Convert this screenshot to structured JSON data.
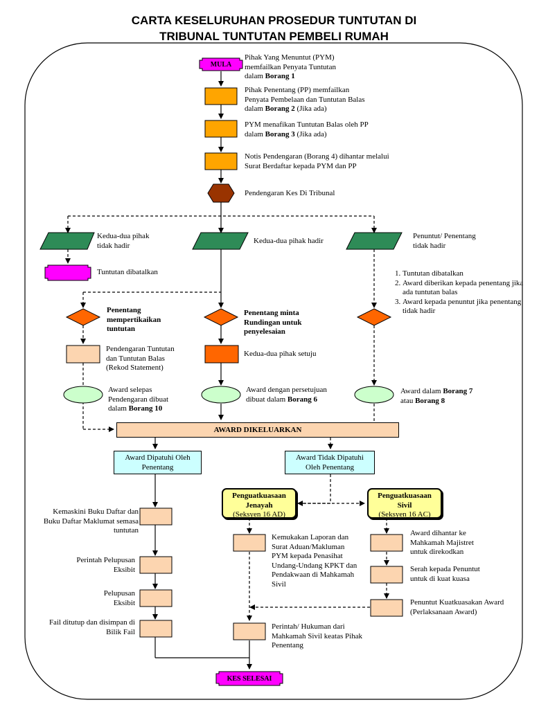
{
  "title": {
    "line1": "CARTA KESELURUHAN PROSEDUR TUNTUTAN DI",
    "line2": "TRIBUNAL TUNTUTAN PEMBELI RUMAH"
  },
  "colors": {
    "start": "#ff00ff",
    "step": "#ffa500",
    "hexagon": "#993300",
    "parallelogram": "#2e8b57",
    "diamond": "#ff6600",
    "light_box": "#fcd5b0",
    "ellipse": "#ccffcc",
    "cyan_box": "#ccffff",
    "yellow_box": "#ffff99",
    "orange_box": "#ff6600"
  },
  "nodes": {
    "mula": "MULA",
    "step1": {
      "text": "Pihak Yang Menuntut (PYM) memfailkan Penyata Tuntutan dalam ",
      "bold": "Borang 1"
    },
    "step2": {
      "text": "Pihak Penentang (PP)  memfailkan Penyata Pembelaan dan Tuntutan Balas  dalam ",
      "bold": "Borang 2",
      "suffix": " (Jika ada)"
    },
    "step3": {
      "text": "PYM  menafikan Tuntutan Balas oleh PP dalam ",
      "bold": "Borang 3",
      "suffix": " (Jika ada)"
    },
    "step4": {
      "text": "Notis Pendengaran (Borang 4)  dihantar melalui Surat Berdaftar kepada PYM dan PP"
    },
    "hearing": "Pendengaran Kes Di Tribunal",
    "left_para": "Kedua-dua pihak tidak hadir",
    "mid_para": "Kedua-dua pihak hadir",
    "right_para": "Penuntut/ Penentang tidak hadir",
    "dismissed": "Tuntutan dibatalkan",
    "right_list": [
      "Tuntutan dibatalkan",
      "Award diberikan kepada penentang jika ada tuntutan balas",
      "Award kepada penuntut jika penentang tidak hadir"
    ],
    "left_diamond": "Penentang mempertikaikan tuntutan",
    "mid_diamond": "Penentang minta Rundingan untuk penyelesaian",
    "left_hearing": "Pendengaran Tuntutan dan Tuntutan Balas (Rekod Statement)",
    "mid_agree": "Kedua-dua pihak setuju",
    "left_award": {
      "text": "Award selepas Pendengaran dibuat dalam ",
      "bold": "Borang 10"
    },
    "mid_award": {
      "text": "Award dengan persetujuan dibuat dalam ",
      "bold": "Borang 6"
    },
    "right_award": {
      "text": "Award dalam ",
      "bold": "Borang 7",
      "mid": " atau ",
      "bold2": "Borang 8"
    },
    "award_issued": "AWARD DIKELUARKAN",
    "complied": "Award Dipatuhi Oleh Penentang",
    "not_complied": "Award Tidak Dipatuhi Oleh Penentang",
    "criminal": {
      "title": "Penguatkuasaan Jenayah",
      "sub": "(Seksyen 16 AD)"
    },
    "civil": {
      "title": "Penguatkuasaan Sivil",
      "sub": "(Seksyen 16 AC)"
    },
    "update": "Kemaskini Buku Daftar dan Buku Daftar Maklumat semasa  tuntutan",
    "disposal_order": "Perintah Pelupusan Eksibit",
    "disposal": "Pelupusan Eksibit",
    "filed": "Fail ditutup dan disimpan di Bilik Fail",
    "report": "Kemukakan Laporan dan Surat Aduan/Makluman PYM  kepada Penasihat Undang-Undang KPKT dan Pendakwaan di Mahkamah Sivil",
    "court_order": "Perintah/ Hukuman dari Mahkamah Sivil  keatas Pihak Penentang",
    "magistrate": "Award dihantar ke Mahkamah Majistret untuk direkodkan",
    "serve": "Serah kepada Penuntut  untuk di kuat kuasa",
    "enforce": "Penuntut Kuatkuasakan Award (Perlaksanaan Award)",
    "end": "KES SELESAI"
  }
}
